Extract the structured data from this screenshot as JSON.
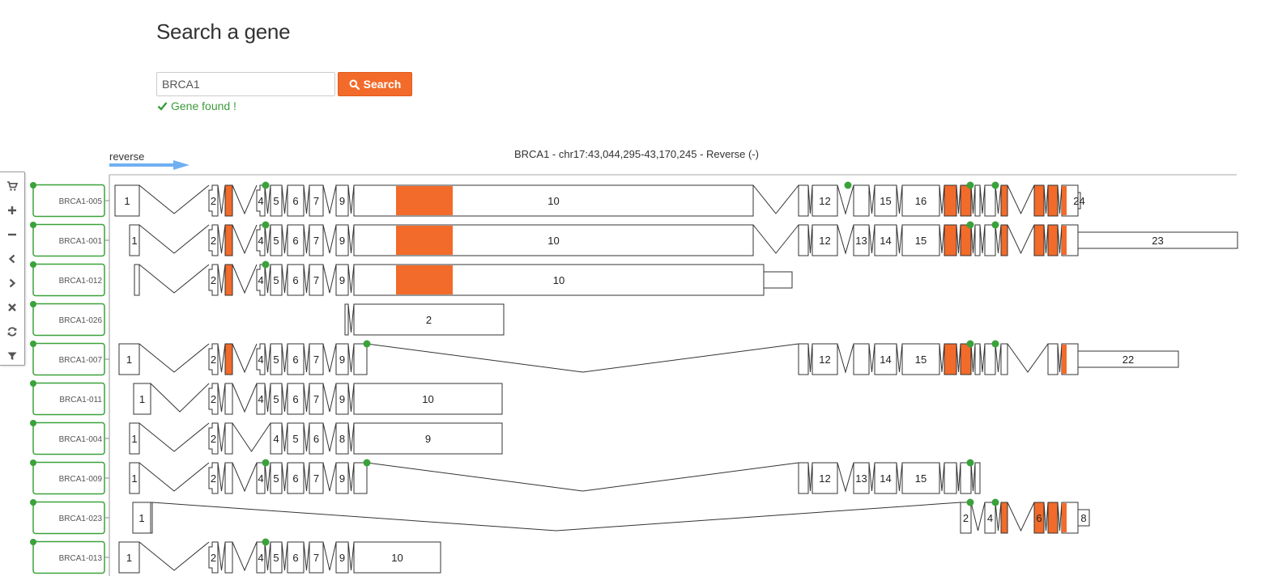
{
  "page": {
    "title": "Search a gene"
  },
  "search": {
    "value": "BRCA1",
    "button_label": "Search",
    "status": "Gene found !"
  },
  "toolbar": {
    "buttons": [
      {
        "name": "cart-icon"
      },
      {
        "name": "zoom-in-icon"
      },
      {
        "name": "zoom-out-icon"
      },
      {
        "name": "pan-left-icon"
      },
      {
        "name": "pan-right-icon"
      },
      {
        "name": "close-icon"
      },
      {
        "name": "refresh-icon"
      },
      {
        "name": "filter-icon"
      }
    ]
  },
  "browser": {
    "header": "BRCA1 - chr17:43,044,295-43,170,245 - Reverse (-)",
    "direction_label": "reverse",
    "colors": {
      "coding": "#f26b2a",
      "marker": "#3aa23a",
      "track_border": "#3aa23a",
      "direction_arrow": "#6fb0f2"
    },
    "transcripts": [
      {
        "label": "BRCA1-005",
        "tree": true,
        "exons": [
          [
            142,
            172,
            "1"
          ],
          [
            258,
            269,
            "2",
            "n"
          ],
          [
            278,
            287,
            "",
            "c"
          ],
          [
            317,
            327,
            "4",
            "n"
          ],
          [
            334,
            348,
            "5"
          ],
          [
            355,
            375,
            "6"
          ],
          [
            382,
            399,
            "7"
          ],
          [
            415,
            430,
            "9"
          ],
          [
            437,
            930,
            "10"
          ],
          [
            986,
            998,
            ""
          ],
          [
            1003,
            1034,
            "12"
          ],
          [
            1054,
            1073,
            ""
          ],
          [
            1080,
            1107,
            "15"
          ],
          [
            1114,
            1160,
            "16"
          ],
          [
            1166,
            1181,
            "",
            "c"
          ],
          [
            1186,
            1199,
            "",
            "c"
          ],
          [
            1204,
            1210,
            ""
          ],
          [
            1216,
            1229,
            ""
          ],
          [
            1236,
            1244,
            "",
            "c"
          ],
          [
            1277,
            1289,
            "",
            "c"
          ],
          [
            1294,
            1306,
            "",
            "c"
          ],
          [
            1311,
            1334,
            "24",
            "e"
          ]
        ],
        "cds": [
          [
            489,
            559
          ]
        ],
        "markers": [
          328,
          1047,
          1198,
          1229
        ]
      },
      {
        "label": "BRCA1-001",
        "tree": true,
        "exons": [
          [
            160,
            172,
            "1"
          ],
          [
            258,
            269,
            "2",
            "n"
          ],
          [
            278,
            287,
            "",
            "c"
          ],
          [
            317,
            327,
            "4",
            "n"
          ],
          [
            334,
            348,
            "5"
          ],
          [
            355,
            375,
            "6"
          ],
          [
            382,
            399,
            "7"
          ],
          [
            415,
            430,
            "9"
          ],
          [
            437,
            930,
            "10"
          ],
          [
            986,
            998,
            ""
          ],
          [
            1003,
            1034,
            "12"
          ],
          [
            1054,
            1073,
            "13"
          ],
          [
            1080,
            1107,
            "14"
          ],
          [
            1114,
            1160,
            "15"
          ],
          [
            1166,
            1181,
            "",
            "c"
          ],
          [
            1186,
            1199,
            "",
            "c"
          ],
          [
            1204,
            1210,
            ""
          ],
          [
            1216,
            1229,
            ""
          ],
          [
            1236,
            1244,
            "",
            "c"
          ],
          [
            1277,
            1289,
            "",
            "c"
          ],
          [
            1294,
            1306,
            "",
            "c"
          ],
          [
            1311,
            1528,
            "23",
            "e"
          ]
        ],
        "cds": [
          [
            489,
            559
          ]
        ],
        "markers": [
          328,
          1198,
          1229
        ]
      },
      {
        "label": "BRCA1-012",
        "tree": false,
        "exons": [
          [
            166,
            172,
            ""
          ],
          [
            258,
            269,
            "2",
            "n"
          ],
          [
            278,
            287,
            "",
            "c"
          ],
          [
            317,
            327,
            "4",
            "n"
          ],
          [
            334,
            348,
            "5"
          ],
          [
            355,
            375,
            "6"
          ],
          [
            382,
            399,
            "7"
          ],
          [
            415,
            430,
            "9"
          ],
          [
            437,
            978,
            "10",
            "s"
          ]
        ],
        "cds": [
          [
            489,
            559
          ]
        ],
        "markers": [
          328
        ]
      },
      {
        "label": "BRCA1-026",
        "tree": false,
        "exons": [
          [
            426,
            430,
            ""
          ],
          [
            437,
            622,
            "2"
          ]
        ],
        "cds": [],
        "markers": []
      },
      {
        "label": "BRCA1-007",
        "tree": true,
        "exons": [
          [
            147,
            172,
            "1"
          ],
          [
            258,
            269,
            "2",
            "n"
          ],
          [
            278,
            287,
            "",
            "c"
          ],
          [
            317,
            327,
            "4",
            "n"
          ],
          [
            334,
            348,
            "5"
          ],
          [
            355,
            375,
            "6"
          ],
          [
            382,
            399,
            "7"
          ],
          [
            415,
            430,
            "9"
          ],
          [
            437,
            453,
            ""
          ],
          [
            986,
            998,
            ""
          ],
          [
            1003,
            1034,
            "12"
          ],
          [
            1054,
            1073,
            ""
          ],
          [
            1080,
            1107,
            "14"
          ],
          [
            1114,
            1160,
            "15"
          ],
          [
            1166,
            1181,
            "",
            "c"
          ],
          [
            1186,
            1199,
            "",
            "c"
          ],
          [
            1204,
            1210,
            ""
          ],
          [
            1216,
            1229,
            ""
          ],
          [
            1236,
            1244,
            ""
          ],
          [
            1294,
            1306,
            ""
          ],
          [
            1311,
            1455,
            "22",
            "e"
          ]
        ],
        "cds": [],
        "markers": [
          453,
          1198,
          1229
        ]
      },
      {
        "label": "BRCA1-011",
        "tree": false,
        "exons": [
          [
            165,
            186,
            "1"
          ],
          [
            258,
            269,
            "2",
            "n"
          ],
          [
            278,
            287,
            ""
          ],
          [
            317,
            327,
            "4"
          ],
          [
            334,
            348,
            "5"
          ],
          [
            355,
            375,
            "6"
          ],
          [
            382,
            399,
            "7"
          ],
          [
            415,
            430,
            "9"
          ],
          [
            437,
            620,
            "10"
          ]
        ],
        "cds": [],
        "markers": []
      },
      {
        "label": "BRCA1-004",
        "tree": true,
        "exons": [
          [
            160,
            172,
            "1"
          ],
          [
            258,
            269,
            "2",
            "n"
          ],
          [
            278,
            287,
            ""
          ],
          [
            334,
            348,
            "4"
          ],
          [
            355,
            375,
            "5"
          ],
          [
            382,
            399,
            "6"
          ],
          [
            415,
            430,
            "8"
          ],
          [
            437,
            620,
            "9"
          ]
        ],
        "cds": [],
        "markers": []
      },
      {
        "label": "BRCA1-009",
        "tree": true,
        "exons": [
          [
            160,
            172,
            "1"
          ],
          [
            258,
            269,
            "2",
            "n"
          ],
          [
            278,
            287,
            ""
          ],
          [
            317,
            327,
            "4"
          ],
          [
            334,
            348,
            "5"
          ],
          [
            355,
            375,
            "6"
          ],
          [
            382,
            399,
            "7"
          ],
          [
            415,
            430,
            "9"
          ],
          [
            437,
            453,
            ""
          ],
          [
            986,
            998,
            ""
          ],
          [
            1003,
            1034,
            "12"
          ],
          [
            1054,
            1073,
            "13"
          ],
          [
            1080,
            1107,
            "14"
          ],
          [
            1114,
            1160,
            "15"
          ],
          [
            1166,
            1181,
            ""
          ],
          [
            1186,
            1199,
            ""
          ],
          [
            1204,
            1210,
            ""
          ]
        ],
        "cds": [],
        "markers": [
          328,
          453,
          1198
        ]
      },
      {
        "label": "BRCA1-023",
        "tree": true,
        "exons": [
          [
            164,
            186,
            "1"
          ],
          [
            186,
            188,
            ""
          ],
          [
            1186,
            1199,
            "2"
          ],
          [
            1216,
            1229,
            "4"
          ],
          [
            1236,
            1244,
            "",
            "c"
          ],
          [
            1277,
            1289,
            "6",
            "c"
          ],
          [
            1294,
            1306,
            "",
            "c"
          ],
          [
            1311,
            1345,
            "8",
            "e"
          ]
        ],
        "cds": [],
        "markers": [
          1198,
          1229
        ]
      },
      {
        "label": "BRCA1-013",
        "tree": true,
        "exons": [
          [
            147,
            172,
            "1"
          ],
          [
            258,
            269,
            "2",
            "n"
          ],
          [
            278,
            287,
            ""
          ],
          [
            317,
            327,
            "4"
          ],
          [
            334,
            348,
            "5"
          ],
          [
            355,
            375,
            "6"
          ],
          [
            382,
            399,
            "7"
          ],
          [
            415,
            430,
            "9"
          ],
          [
            437,
            544,
            "10"
          ]
        ],
        "cds": [],
        "markers": [
          328
        ]
      }
    ]
  }
}
